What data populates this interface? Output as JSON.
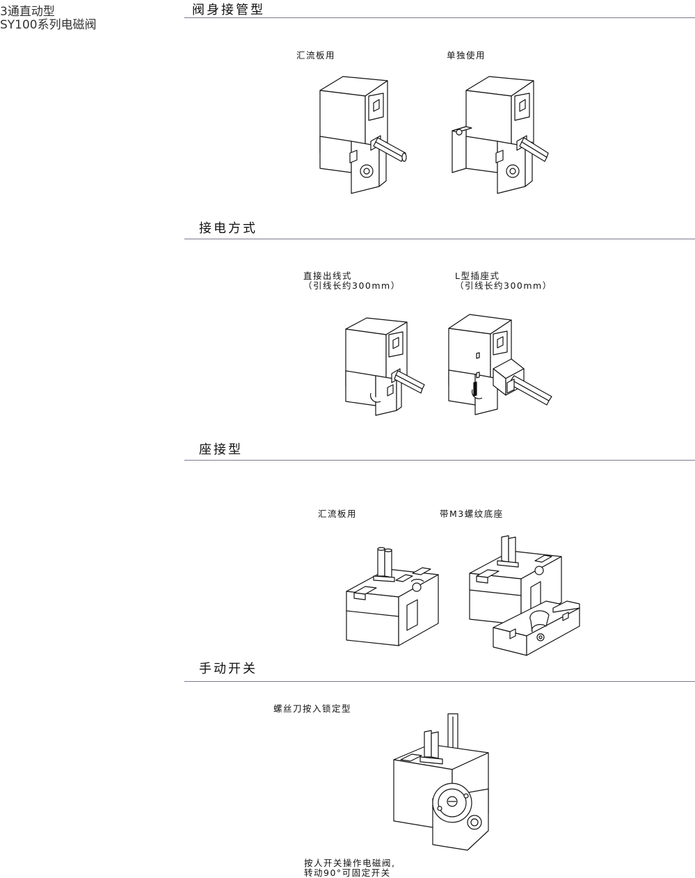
{
  "side_title": {
    "line1": "3通直动型",
    "line2": "SY100系列电磁阀"
  },
  "sections": {
    "body_piping": {
      "title": "阀身接管型",
      "left_caption": "汇流板用",
      "right_caption": "单独使用"
    },
    "electrical": {
      "title": "接电方式",
      "left_caption_line1": "直接出线式",
      "left_caption_line2": "（引线长约300mm）",
      "right_caption_line1": "L型插座式",
      "right_caption_line2": "（引线长约300mm）"
    },
    "base_mounted": {
      "title": "座接型",
      "left_caption": "汇流板用",
      "right_caption": "带M3螺纹底座"
    },
    "manual_override": {
      "title": "手动开关",
      "caption_top": "螺丝刀按入锁定型",
      "caption_bottom_line1": "按人开关操作电磁阀,",
      "caption_bottom_line2": "转动90°可固定开关"
    }
  }
}
